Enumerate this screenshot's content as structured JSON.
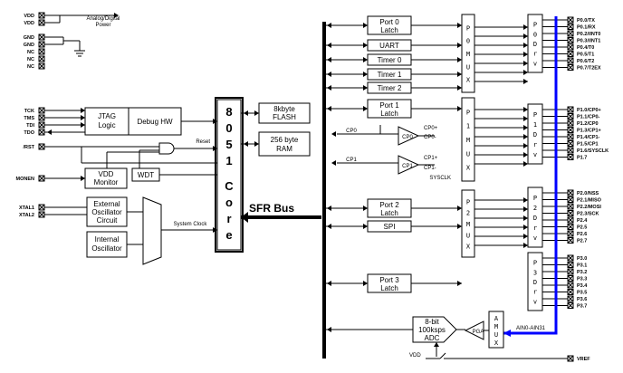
{
  "power_pins": [
    {
      "name": "VDD"
    },
    {
      "name": "VDD"
    },
    {
      "name": "GND"
    },
    {
      "name": "GND"
    },
    {
      "name": "NC"
    },
    {
      "name": "NC"
    },
    {
      "name": "NC"
    }
  ],
  "power_label": "Analog/Digital Power",
  "jtag_pins": [
    "TCK",
    "TMS",
    "TDI",
    "TDO"
  ],
  "rst_pin": "/RST",
  "monen_pin": "MONEN",
  "xtal_pins": [
    "XTAL1",
    "XTAL2"
  ],
  "blocks": {
    "jtag": [
      "JTAG",
      "Logic"
    ],
    "debug": "Debug HW",
    "vdd_monitor": [
      "VDD",
      "Monitor"
    ],
    "wdt": "WDT",
    "ext_osc": [
      "External",
      "Oscillator",
      "Circuit"
    ],
    "int_osc": [
      "Internal",
      "Oscillator"
    ],
    "flash": [
      "8kbyte",
      "FLASH"
    ],
    "ram": [
      "256 byte",
      "RAM"
    ],
    "core": [
      "8",
      "0",
      "5",
      "1",
      "C",
      "o",
      "r",
      "e"
    ],
    "adc": [
      "8-bit",
      "100ksps",
      "ADC"
    ],
    "pga": "PGA"
  },
  "labels": {
    "reset": "Reset",
    "system_clock": "System Clock",
    "sfr_bus": "SFR Bus",
    "cp0": "CP0",
    "cp1": "CP1",
    "sysclk": "SYSCLK",
    "vdd": "VDD",
    "vref": "VREF",
    "ain": "AIN0-AIN31",
    "amux": [
      "A",
      "M",
      "U",
      "X"
    ]
  },
  "cp0_pins": [
    "CP0+",
    "CP0-"
  ],
  "cp1_pins": [
    "CP1+",
    "CP1-"
  ],
  "peripherals": [
    {
      "lines": [
        "Port 0",
        "Latch"
      ]
    },
    {
      "lines": [
        "UART"
      ]
    },
    {
      "lines": [
        "Timer 0"
      ]
    },
    {
      "lines": [
        "Timer 1"
      ]
    },
    {
      "lines": [
        "Timer 2"
      ]
    },
    {
      "lines": [
        "Port 1",
        "Latch"
      ]
    },
    {
      "lines": [
        "Port 2",
        "Latch"
      ]
    },
    {
      "lines": [
        "SPI"
      ]
    },
    {
      "lines": [
        "Port 3",
        "Latch"
      ]
    }
  ],
  "muxes": [
    {
      "chars": [
        "P",
        "0",
        "M",
        "U",
        "X"
      ]
    },
    {
      "chars": [
        "P",
        "1",
        "M",
        "U",
        "X"
      ]
    },
    {
      "chars": [
        "P",
        "2",
        "M",
        "U",
        "X"
      ]
    }
  ],
  "drivers": [
    {
      "chars": [
        "P",
        "0",
        "D",
        "r",
        "v"
      ]
    },
    {
      "chars": [
        "P",
        "1",
        "D",
        "r",
        "v"
      ]
    },
    {
      "chars": [
        "P",
        "2",
        "D",
        "r",
        "v"
      ]
    },
    {
      "chars": [
        "P",
        "3",
        "D",
        "r",
        "v"
      ]
    }
  ],
  "port_pins": [
    [
      "P0.0/TX",
      "P0.1/RX",
      "P0.2//INT0",
      "P0.3//INT1",
      "P0.4/T0",
      "P0.5/T1",
      "P0.6/T2",
      "P0.7/T2EX"
    ],
    [
      "P1.0/CP0+",
      "P1.1/CP0-",
      "P1.2/CP0",
      "P1.3/CP1+",
      "P1.4/CP1-",
      "P1.5/CP1",
      "P1.6/SYSCLK",
      "P1.7"
    ],
    [
      "P2.0/NSS",
      "P2.1/MISO",
      "P2.2/MOSI",
      "P2.3/SCK",
      "P2.4",
      "P2.5",
      "P2.6",
      "P2.7"
    ],
    [
      "P3.0",
      "P3.1",
      "P3.2",
      "P3.3",
      "P3.4",
      "P3.5",
      "P3.6",
      "P3.7"
    ]
  ]
}
